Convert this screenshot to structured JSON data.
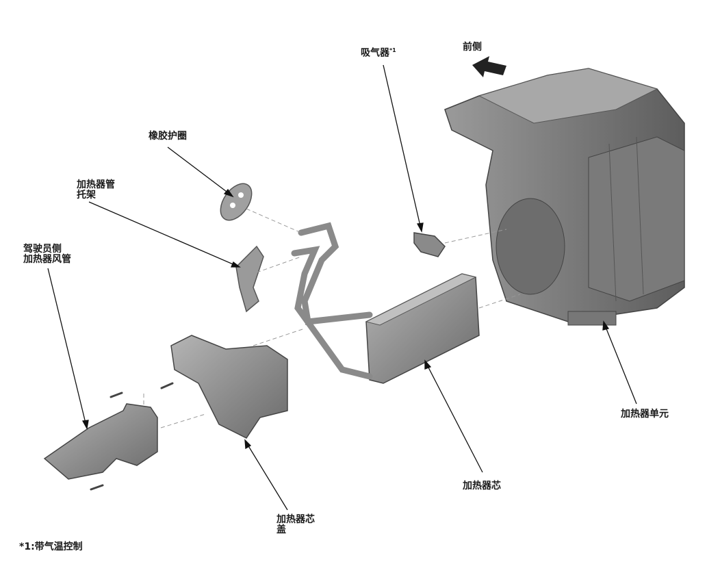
{
  "labels": {
    "aspirator": "吸气器",
    "aspirator_note": "*1",
    "front": "前侧",
    "grommet": "橡胶护圈",
    "pipe_bracket_1": "加热器管",
    "pipe_bracket_2": "托架",
    "driver_duct_1": "驾驶员侧",
    "driver_duct_2": "加热器风管",
    "heater_unit": "加热器单元",
    "heater_core": "加热器芯",
    "core_cover_1": "加热器芯",
    "core_cover_2": "盖",
    "footnote": "*1:带气温控制"
  }
}
